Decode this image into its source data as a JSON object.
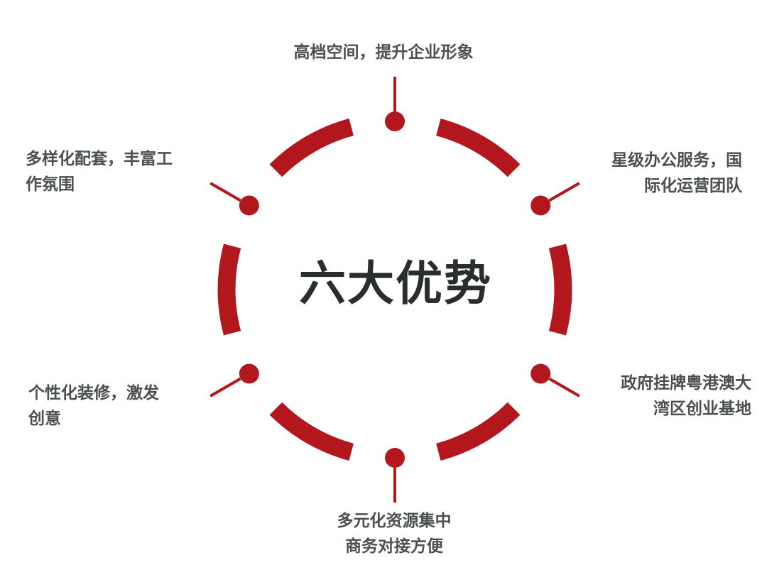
{
  "center_title": "六大优势",
  "colors": {
    "ring": "#b3171e",
    "title_text": "#2a2d2d",
    "label_text": "#4b4f4f"
  },
  "advantages": [
    {
      "position": "top",
      "lines": [
        "高档空间，提升企业形象"
      ]
    },
    {
      "position": "top-right",
      "lines": [
        "星级办公服务，国",
        "际化运营团队"
      ]
    },
    {
      "position": "bottom-right",
      "lines": [
        "政府挂牌粤港澳大",
        "湾区创业基地"
      ]
    },
    {
      "position": "bottom",
      "lines": [
        "多元化资源集中",
        "商务对接方便"
      ]
    },
    {
      "position": "bottom-left",
      "lines": [
        "个性化装修，激发",
        "创意"
      ]
    },
    {
      "position": "top-left",
      "lines": [
        "多样化配套，丰富工",
        "作氛围"
      ]
    }
  ]
}
